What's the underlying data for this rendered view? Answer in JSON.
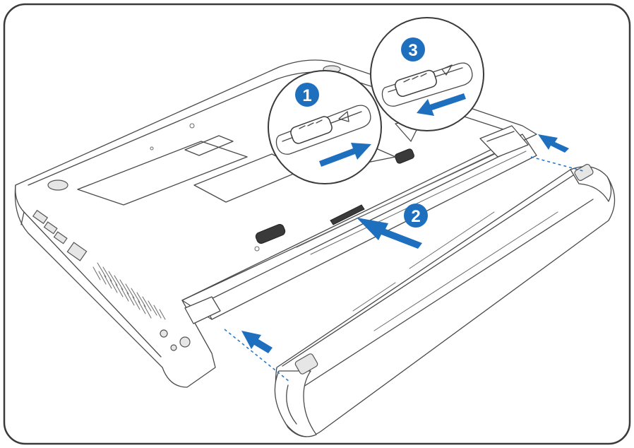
{
  "diagram": {
    "step_labels": [
      "1",
      "2",
      "3"
    ],
    "colors": {
      "accent": "#1f6fbf",
      "frame": "#3a3a3a",
      "line": "#4a4a4a",
      "background": "#ffffff"
    },
    "icons": [
      "lock-slider-icon",
      "battery-pack-icon",
      "push-arrow-icon"
    ]
  }
}
